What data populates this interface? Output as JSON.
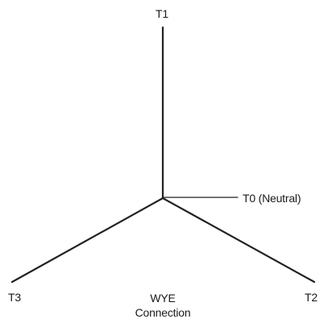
{
  "diagram": {
    "terminals": {
      "t1": "T1",
      "t2": "T2",
      "t3": "T3",
      "t0": "T0 (Neutral)"
    },
    "caption": {
      "line1": "WYE",
      "line2": "Connection"
    },
    "colors": {
      "line": "#222222",
      "text": "#1a1a1a",
      "background": "#ffffff"
    }
  }
}
